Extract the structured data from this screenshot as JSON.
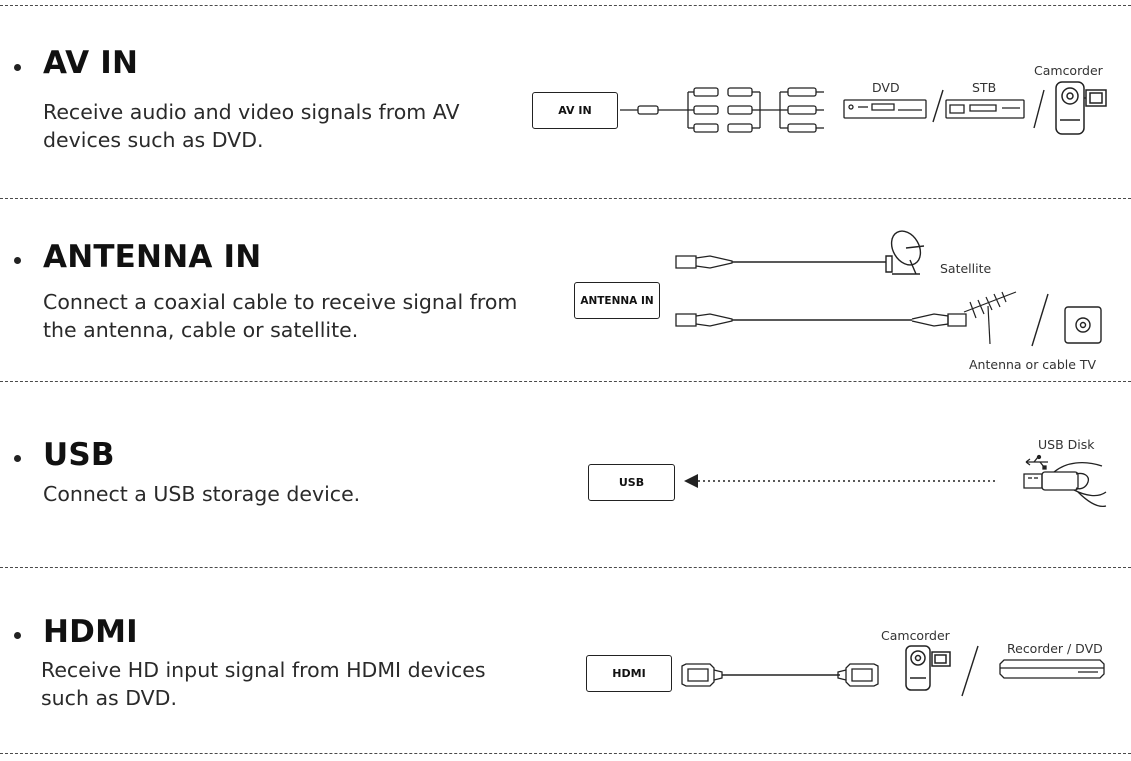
{
  "sections": [
    {
      "id": "av-in",
      "title": "AV IN",
      "description_lines": [
        "Receive audio and video signals from AV",
        "devices such as DVD."
      ],
      "port_label": "AV IN",
      "devices": [
        "DVD",
        "STB",
        "Camcorder"
      ]
    },
    {
      "id": "antenna-in",
      "title": "ANTENNA IN",
      "description_lines": [
        "Connect a coaxial cable to receive signal from",
        "the antenna, cable or satellite."
      ],
      "port_label": "ANTENNA IN",
      "devices": [
        "Satellite",
        "Antenna or cable TV"
      ]
    },
    {
      "id": "usb",
      "title": "USB",
      "description_lines": [
        "Connect a USB storage device."
      ],
      "port_label": "USB",
      "devices": [
        "USB Disk"
      ]
    },
    {
      "id": "hdmi",
      "title": "HDMI",
      "description_lines": [
        "Receive HD input signal from HDMI devices",
        "such as DVD."
      ],
      "port_label": "HDMI",
      "devices": [
        "Camcorder",
        "Recorder / DVD"
      ]
    }
  ],
  "icons": [
    "rca-plug-icon",
    "dvd-player-icon",
    "set-top-box-icon",
    "camcorder-icon",
    "satellite-dish-icon",
    "tv-antenna-icon",
    "coax-wall-socket-icon",
    "usb-disk-icon",
    "hdmi-plug-icon",
    "recorder-icon"
  ],
  "colors": {
    "ink": "#1c1c1c",
    "divider": "#4a4a4a",
    "background": "#ffffff"
  }
}
